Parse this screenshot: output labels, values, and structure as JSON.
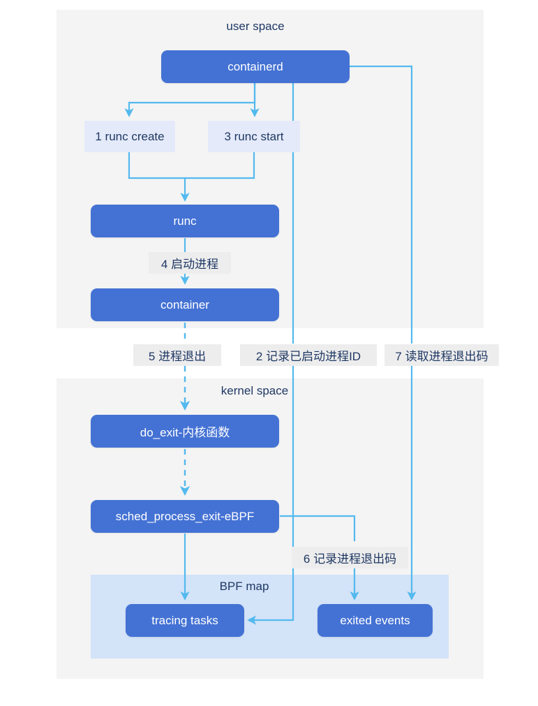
{
  "diagram": {
    "title_user_space": "user space",
    "title_kernel_space": "kernel space",
    "title_bpf_map": "BPF map",
    "colors": {
      "node_fill": "#4472d4",
      "node_text": "#ffffff",
      "panel_bg": "#f4f4f4",
      "bpf_panel_bg": "#d3e3f8",
      "arrow": "#53b9ee",
      "label_text": "#1f3864",
      "tag_gray": "#ededed",
      "tag_blue": "#e4eaf9"
    }
  },
  "nodes": {
    "containerd": "containerd",
    "runc": "runc",
    "container": "container",
    "do_exit": "do_exit-内核函数",
    "sched_process_exit": "sched_process_exit-eBPF",
    "tracing_tasks": "tracing tasks",
    "exited_events": "exited events"
  },
  "edge_labels": {
    "step1": "1 runc create",
    "step2": "2 记录已启动进程ID",
    "step3": "3 runc start",
    "step4": "4 启动进程",
    "step5": "5 进程退出",
    "step6": "6 记录进程退出码",
    "step7": "7 读取进程退出码"
  }
}
